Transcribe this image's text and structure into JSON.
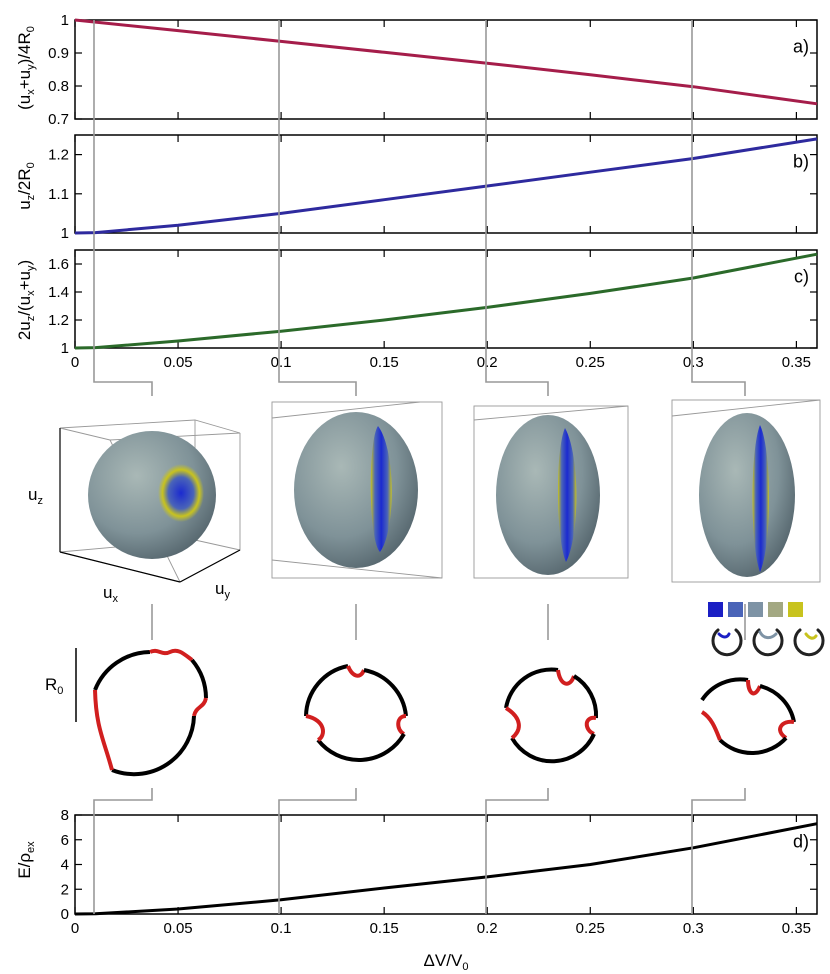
{
  "panels": {
    "a": {
      "tag": "a)",
      "ylabel_main": "(u",
      "ylabel_parts": [
        "(u",
        "x",
        "+u",
        "y",
        ")/4R",
        "0"
      ],
      "yticks": [
        "0.7",
        "0.8",
        "0.9",
        "1"
      ],
      "ylim": [
        0.7,
        1.0
      ],
      "color": "#a51d4a"
    },
    "b": {
      "tag": "b)",
      "ylabel_parts": [
        "u",
        "z",
        "/2R",
        "0"
      ],
      "yticks": [
        "1",
        "1.1",
        "1.2"
      ],
      "ylim": [
        1.0,
        1.25
      ],
      "color": "#2e2a9e"
    },
    "c": {
      "tag": "c)",
      "ylabel_parts": [
        "2u",
        "z",
        "/(u",
        "x",
        "+u",
        "y",
        ")"
      ],
      "yticks": [
        "1",
        "1.2",
        "1.4",
        "1.6"
      ],
      "ylim": [
        1.0,
        1.7
      ],
      "color": "#2b6a2a"
    },
    "d": {
      "tag": "d)",
      "ylabel_parts": [
        "E/ρ",
        "ex"
      ],
      "yticks": [
        "0",
        "2",
        "4",
        "6",
        "8"
      ],
      "ylim": [
        0,
        8
      ],
      "color": "#000000"
    }
  },
  "xticks": [
    "0",
    "0.05",
    "0.1",
    "0.15",
    "0.2",
    "0.25",
    "0.3",
    "0.35"
  ],
  "xlabel_parts": [
    "ΔV/V",
    "0"
  ],
  "axis_labels_3d": {
    "uz": "u",
    "uz_sub": "z",
    "ux": "u",
    "ux_sub": "x",
    "uy": "u",
    "uy_sub": "y"
  },
  "scale_bar_label": {
    "main": "R",
    "sub": "0"
  },
  "colorbar_swatches": [
    "#1b1fc4",
    "#4a64b8",
    "#7e93a5",
    "#a3a882",
    "#c8c31e"
  ],
  "chart_data": [
    {
      "type": "line",
      "title": "",
      "xlabel": "ΔV/V0",
      "ylabel": "(ux+uy)/4R0",
      "xlim": [
        0,
        0.36
      ],
      "ylim": [
        0.7,
        1.0
      ],
      "x": [
        0,
        0.05,
        0.1,
        0.15,
        0.2,
        0.25,
        0.3,
        0.36
      ],
      "series": [
        {
          "values": [
            1.0,
            0.968,
            0.935,
            0.902,
            0.869,
            0.834,
            0.798,
            0.746
          ]
        }
      ]
    },
    {
      "type": "line",
      "title": "",
      "xlabel": "ΔV/V0",
      "ylabel": "uz/2R0",
      "xlim": [
        0,
        0.36
      ],
      "ylim": [
        1.0,
        1.25
      ],
      "x": [
        0,
        0.01,
        0.05,
        0.1,
        0.15,
        0.2,
        0.25,
        0.3,
        0.36
      ],
      "series": [
        {
          "values": [
            1.0,
            1.001,
            1.02,
            1.05,
            1.085,
            1.12,
            1.155,
            1.19,
            1.24
          ]
        }
      ]
    },
    {
      "type": "line",
      "title": "",
      "xlabel": "ΔV/V0",
      "ylabel": "2uz/(ux+uy)",
      "xlim": [
        0,
        0.36
      ],
      "ylim": [
        1.0,
        1.7
      ],
      "x": [
        0,
        0.01,
        0.05,
        0.1,
        0.15,
        0.2,
        0.25,
        0.3,
        0.36
      ],
      "series": [
        {
          "values": [
            1.0,
            1.003,
            1.05,
            1.12,
            1.2,
            1.29,
            1.39,
            1.5,
            1.67
          ]
        }
      ]
    },
    {
      "type": "line",
      "title": "",
      "xlabel": "ΔV/V0",
      "ylabel": "E/ρex",
      "xlim": [
        0,
        0.36
      ],
      "ylim": [
        0,
        8
      ],
      "x": [
        0,
        0.01,
        0.05,
        0.1,
        0.15,
        0.2,
        0.25,
        0.3,
        0.36
      ],
      "series": [
        {
          "values": [
            0,
            0.02,
            0.4,
            1.15,
            2.1,
            3.0,
            4.0,
            5.35,
            7.3
          ]
        }
      ]
    }
  ],
  "snapshots": [
    0.01,
    0.1,
    0.2,
    0.3
  ]
}
